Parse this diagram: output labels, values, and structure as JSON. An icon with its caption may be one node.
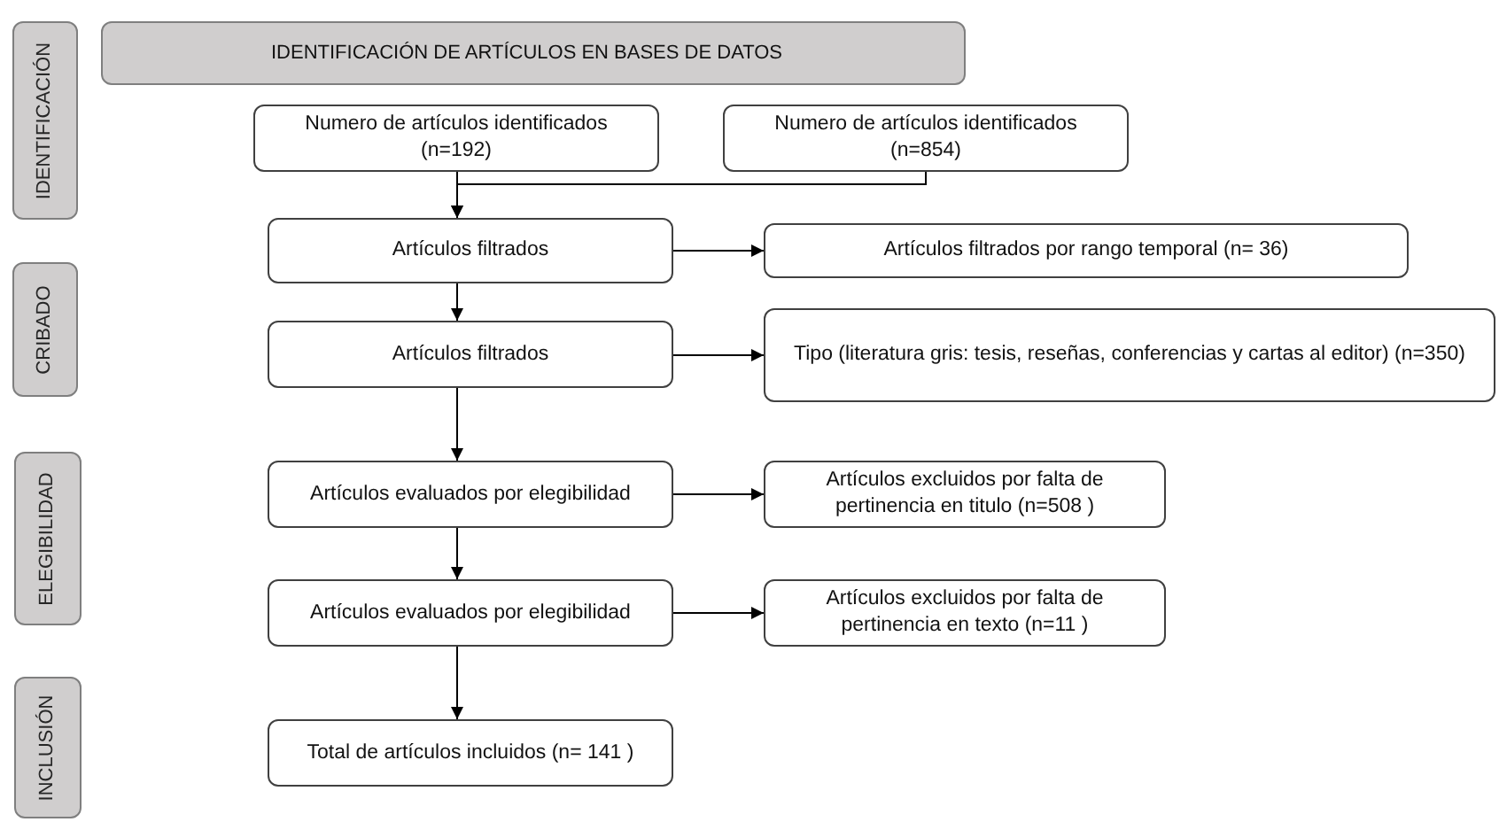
{
  "diagram": {
    "nodes": [
      {
        "text": [
          "IDENTIFICACIÓN"
        ]
      },
      {
        "text": [
          "CRIBADO"
        ]
      },
      {
        "text": [
          "ELEGIBILIDAD"
        ]
      },
      {
        "text": [
          "INCLUSIÓN"
        ]
      },
      {
        "text": [
          "IDENTIFICACIÓN DE ARTÍCULOS EN BASES DE DATOS"
        ]
      },
      {
        "text": [
          "Numero de artículos identificados (n=192)"
        ]
      },
      {
        "text": [
          "Numero de artículos identificados (n=854)"
        ]
      },
      {
        "text": [
          "Artículos filtrados"
        ]
      },
      {
        "text": [
          "Artículos filtrados por rango temporal (n= 36)"
        ]
      },
      {
        "text": [
          "Artículos filtrados"
        ]
      },
      {
        "text": [
          "Tipo (literatura gris: tesis, reseñas, conferencias y cartas al editor) (n=350)"
        ]
      },
      {
        "text": [
          "Artículos evaluados por elegibilidad"
        ]
      },
      {
        "text": [
          "Artículos excluidos por falta de pertinencia en titulo (n=508  )"
        ]
      },
      {
        "text": [
          "Artículos evaluados por elegibilidad"
        ]
      },
      {
        "text": [
          "Artículos excluidos por falta de pertinencia en texto (n=11  )"
        ]
      },
      {
        "text": [
          "Total de artículos incluidos (n= 141 )"
        ]
      }
    ],
    "edges": [
      {
        "from": 5,
        "to": 7,
        "arrow": "to"
      },
      {
        "from": 6,
        "to": 7,
        "arrow": "to"
      },
      {
        "from": 7,
        "to": 8,
        "arrow": "to"
      },
      {
        "from": 7,
        "to": 9,
        "arrow": "to"
      },
      {
        "from": 9,
        "to": 10,
        "arrow": "to"
      },
      {
        "from": 9,
        "to": 11,
        "arrow": "to"
      },
      {
        "from": 11,
        "to": 12,
        "arrow": "to"
      },
      {
        "from": 11,
        "to": 13,
        "arrow": "to"
      },
      {
        "from": 13,
        "to": 14,
        "arrow": "to"
      },
      {
        "from": 13,
        "to": 15,
        "arrow": "to"
      }
    ]
  }
}
